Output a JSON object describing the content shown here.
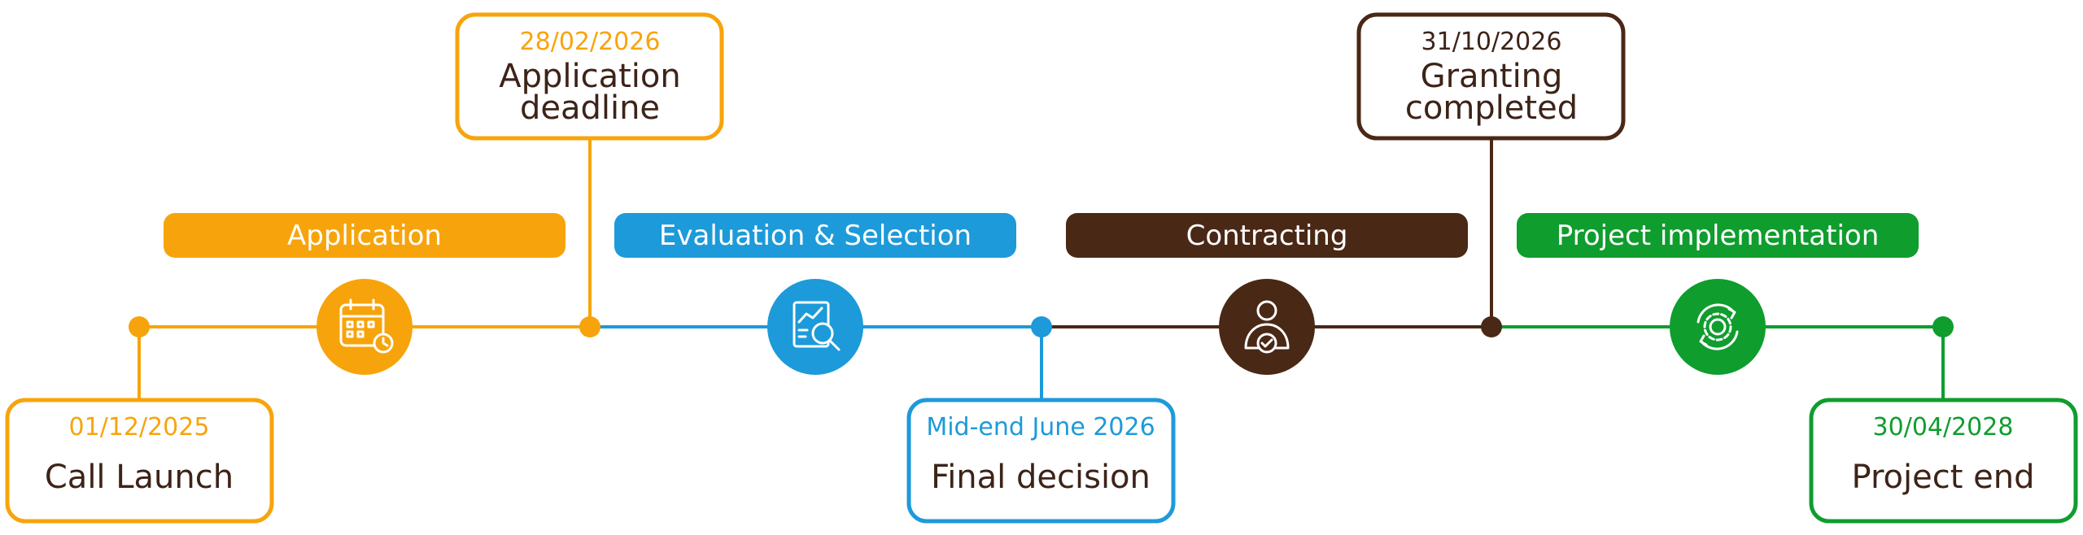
{
  "colors": {
    "orange": "#f7a40c",
    "blue": "#1d9ad9",
    "brown": "#4a2816",
    "green": "#0f9d2e",
    "text_dark": "#3d2318",
    "white": "#ffffff"
  },
  "phases": [
    {
      "label": "Application",
      "icon": "calendar-clock-icon",
      "color": "#f7a40c"
    },
    {
      "label": "Evaluation & Selection",
      "icon": "document-magnifier-icon",
      "color": "#1d9ad9"
    },
    {
      "label": "Contracting",
      "icon": "person-check-icon",
      "color": "#4a2816"
    },
    {
      "label": "Project implementation",
      "icon": "gear-cycle-icon",
      "color": "#0f9d2e"
    }
  ],
  "milestones": [
    {
      "date": "01/12/2025",
      "title_lines": [
        "Call Launch"
      ],
      "position": "below",
      "color": "#f7a40c"
    },
    {
      "date": "28/02/2026",
      "title_lines": [
        "Application",
        "deadline"
      ],
      "position": "above",
      "color": "#f7a40c"
    },
    {
      "date": "Mid-end June 2026",
      "title_lines": [
        "Final decision"
      ],
      "position": "below",
      "color": "#1d9ad9"
    },
    {
      "date": "31/10/2026",
      "title_lines": [
        "Granting",
        "completed"
      ],
      "position": "above",
      "color": "#4a2816",
      "date_color": "#3d2318"
    },
    {
      "date": "30/04/2028",
      "title_lines": [
        "Project end"
      ],
      "position": "below",
      "color": "#0f9d2e"
    }
  ]
}
